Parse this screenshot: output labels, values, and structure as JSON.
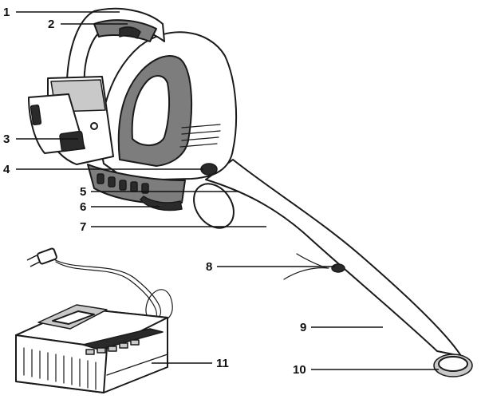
{
  "callouts": [
    "1",
    "2",
    "3",
    "4",
    "5",
    "6",
    "7",
    "8",
    "9",
    "10",
    "11"
  ],
  "icons": {
    "product": "leaf-blower-icon",
    "charger": "battery-charger-icon",
    "plug": "power-plug-icon"
  }
}
